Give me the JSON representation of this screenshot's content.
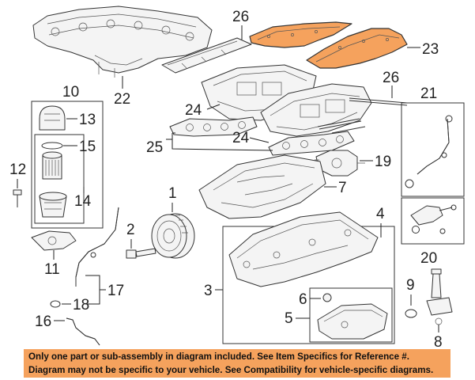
{
  "callouts": {
    "c1": "1",
    "c2": "2",
    "c3": "3",
    "c4": "4",
    "c5": "5",
    "c6": "6",
    "c7": "7",
    "c8": "8",
    "c9": "9",
    "c10": "10",
    "c11": "11",
    "c12": "12",
    "c13": "13",
    "c14": "14",
    "c15": "15",
    "c16": "16",
    "c17": "17",
    "c18": "18",
    "c19": "19",
    "c20": "20",
    "c21": "21",
    "c22": "22",
    "c23": "23",
    "c24a": "24",
    "c24b": "24",
    "c25": "25",
    "c26a": "26",
    "c26b": "26"
  },
  "highlight": {
    "color": "#f5a25d",
    "part": "23"
  },
  "disclaimer": {
    "line1": "Only one part or sub-assembly in diagram included. See Item Specifics for Reference #.",
    "line2": "Diagram may not be specific to your vehicle. See Compatibility for vehicle-specific diagrams."
  }
}
